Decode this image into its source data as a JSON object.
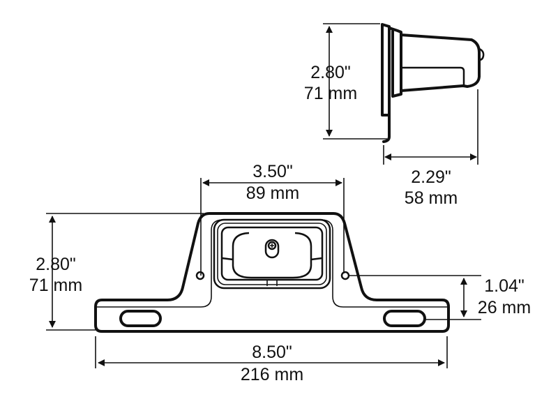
{
  "side_view": {
    "height": {
      "in": "2.80\"",
      "mm": "71 mm"
    },
    "depth": {
      "in": "2.29\"",
      "mm": "58 mm"
    }
  },
  "front_view": {
    "lamp_width": {
      "in": "3.50\"",
      "mm": "89 mm"
    },
    "height": {
      "in": "2.80\"",
      "mm": "71 mm"
    },
    "hole_offset": {
      "in": "1.04\"",
      "mm": "26 mm"
    },
    "width": {
      "in": "8.50\"",
      "mm": "216 mm"
    }
  }
}
